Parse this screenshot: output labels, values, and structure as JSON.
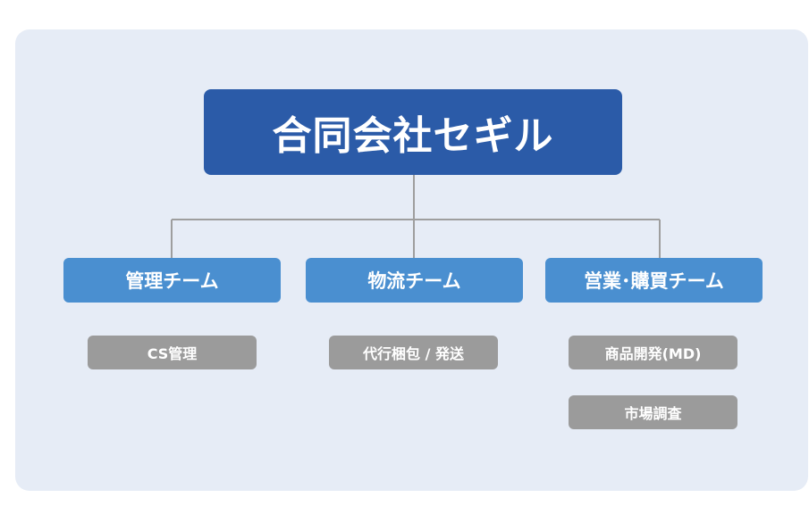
{
  "org": {
    "company": "合同会社セギル",
    "teams": [
      {
        "name": "管理チーム",
        "subs": [
          "CS管理"
        ]
      },
      {
        "name": "物流チーム",
        "subs": [
          "代行梱包 / 発送"
        ]
      },
      {
        "name": "営業･購買チーム",
        "subs": [
          "商品開発(MD)",
          "市場調査"
        ]
      }
    ]
  },
  "colors": {
    "panel_bg": "#e6ecf6",
    "company_box": "#2b5ba8",
    "team_box": "#4a8fd0",
    "sub_box": "#9b9b9b",
    "connector": "#9e9e9e"
  }
}
